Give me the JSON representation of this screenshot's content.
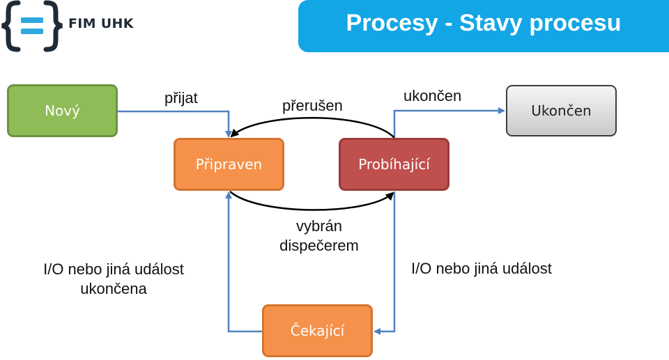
{
  "header": {
    "logo_text": "FIM UHK",
    "title": "Procesy - Stavy procesu"
  },
  "states": {
    "novy": "Nový",
    "ukoncen": "Ukončen",
    "pripraven": "Připraven",
    "probihajici": "Probíhající",
    "cekajici": "Čekající"
  },
  "transitions": {
    "prijat": "přijat",
    "prerusen": "přerušen",
    "ukoncen": "ukončen",
    "vybran_line1": "vybrán",
    "vybran_line2": "dispečerem",
    "io_ukoncena_line1": "I/O nebo jiná událost",
    "io_ukoncena_line2": "ukončena",
    "io_udalost": "I/O nebo jiná událost"
  },
  "colors": {
    "banner": "#13a6e6",
    "logo_accent": "#2fa8e0",
    "novy": "#8fbc56",
    "ready_waiting": "#f5914a",
    "running": "#c0504d",
    "arrow_blue": "#4f81bd"
  }
}
